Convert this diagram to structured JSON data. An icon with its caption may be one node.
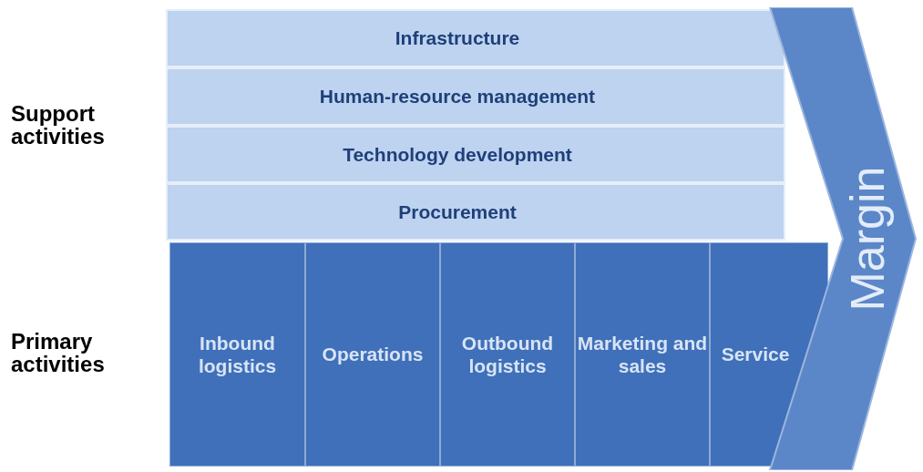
{
  "diagram": {
    "nodes": [
      {
        "text": [
          "Infrastructure"
        ]
      },
      {
        "text": [
          "Human-resource management"
        ]
      },
      {
        "text": [
          "Technology development"
        ]
      },
      {
        "text": [
          "Procurement"
        ]
      },
      {
        "text": [
          "Inbound logistics"
        ]
      },
      {
        "text": [
          "Operations"
        ]
      },
      {
        "text": [
          "Outbound logistics"
        ]
      },
      {
        "text": [
          "Marketing and sales"
        ]
      },
      {
        "text": [
          "Service"
        ]
      },
      {
        "text": [
          "Margin"
        ]
      }
    ],
    "edges": [],
    "labels": [
      "Support activities",
      "Primary activities"
    ]
  }
}
